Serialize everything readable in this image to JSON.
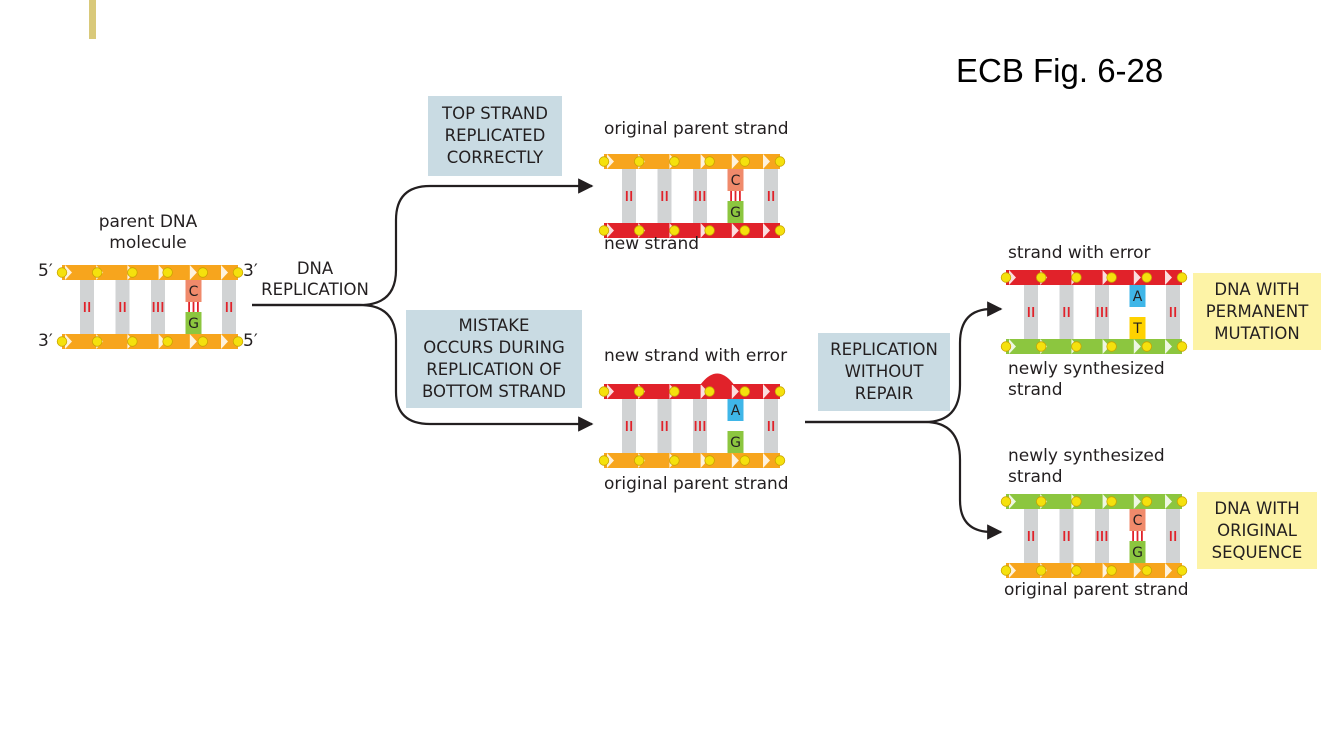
{
  "figure_ref": "ECB Fig. 6-28",
  "colors": {
    "accent_bar": "#d9c97a",
    "orange_strand": "#f7a51d",
    "red_strand": "#e1222a",
    "green_strand": "#8cc63f",
    "phosphate": "#f5e10d",
    "base_gray": "#d1d3d4",
    "base_C": "#f08a6b",
    "base_G": "#8cc63f",
    "base_A": "#3fb6e8",
    "base_T": "#ffd200",
    "process_box": "#c9dbe3",
    "result_box": "#fdf3a6"
  },
  "parent": {
    "title": [
      "parent DNA",
      "molecule"
    ],
    "top_5": "5′",
    "top_3": "3′",
    "bottom_3": "3′",
    "bottom_5": "5′",
    "base_top": "C",
    "base_bottom": "G"
  },
  "dna_replication": [
    "DNA",
    "REPLICATION"
  ],
  "top_box": [
    "TOP STRAND",
    "REPLICATED",
    "CORRECTLY"
  ],
  "mistake_box": [
    "MISTAKE",
    "OCCURS DURING",
    "REPLICATION OF",
    "BOTTOM STRAND"
  ],
  "replication_box": [
    "REPLICATION",
    "WITHOUT",
    "REPAIR"
  ],
  "correct_copy": {
    "top_label": "original parent strand",
    "bottom_label": "new strand",
    "base_top": "C",
    "base_bottom": "G"
  },
  "error_copy": {
    "top_label": "new strand with error",
    "bottom_label": "original parent strand",
    "base_top": "A",
    "base_bottom": "G"
  },
  "mutant": {
    "top_label": "strand with error",
    "bottom_label": [
      "newly synthesized",
      "strand"
    ],
    "base_top": "A",
    "base_bottom": "T",
    "result": [
      "DNA WITH",
      "PERMANENT",
      "MUTATION"
    ]
  },
  "original": {
    "top_label": [
      "newly synthesized",
      "strand"
    ],
    "bottom_label": "original parent strand",
    "base_top": "C",
    "base_bottom": "G",
    "result": [
      "DNA WITH",
      "ORIGINAL",
      "SEQUENCE"
    ]
  }
}
